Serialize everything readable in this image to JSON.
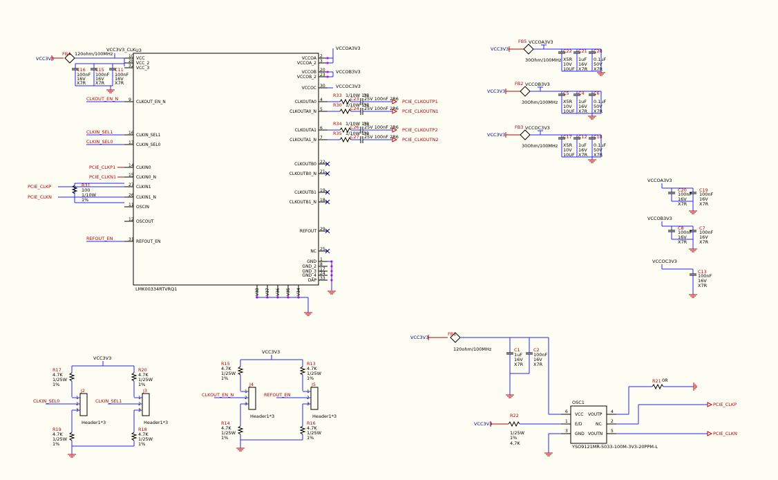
{
  "u3": {
    "ref": "U3",
    "part": "LMK00334RTVRQ1",
    "left_pins": [
      {
        "num": "10",
        "name": "VCC"
      },
      {
        "num": "28",
        "name": "VCC_2"
      },
      {
        "num": "32",
        "name": "VCC_3"
      },
      {
        "num": "9",
        "name": "CLKOUT_EN_N"
      },
      {
        "num": "16",
        "name": "CLKIN_SEL1"
      },
      {
        "num": "13",
        "name": "CLKIN_SEL0"
      },
      {
        "num": "14",
        "name": "CLKIN0"
      },
      {
        "num": "15",
        "name": "CLKIN0_N"
      },
      {
        "num": "27",
        "name": "CLKIN1"
      },
      {
        "num": "26",
        "name": "CLKIN1_N"
      },
      {
        "num": "11",
        "name": "OSCIN"
      },
      {
        "num": "12",
        "name": "OSCOUT"
      },
      {
        "num": "31",
        "name": "REFOUT_EN"
      }
    ],
    "right_pins": [
      {
        "num": "2",
        "name": "VCCOA"
      },
      {
        "num": "3",
        "name": "VCCOA_2"
      },
      {
        "num": "20",
        "name": "VCCOB"
      },
      {
        "num": "23",
        "name": "VCCOB_2"
      },
      {
        "num": "30",
        "name": "VCCOC"
      },
      {
        "num": "4",
        "name": "CLKOUTA0"
      },
      {
        "num": "5",
        "name": "CLKOUTA0_N"
      },
      {
        "num": "6",
        "name": "CLKOUTA1"
      },
      {
        "num": "7",
        "name": "CLKOUTA1_N"
      },
      {
        "num": "22",
        "name": "CLKOUTB0"
      },
      {
        "num": "21",
        "name": "CLKOUTB0_N"
      },
      {
        "num": "19",
        "name": "CLKOUTB1"
      },
      {
        "num": "18",
        "name": "CLKOUTB1_N"
      },
      {
        "num": "29",
        "name": "REFOUT"
      },
      {
        "num": "25",
        "name": "NC"
      },
      {
        "num": "1",
        "name": "GND"
      },
      {
        "num": "8",
        "name": "GND_2"
      },
      {
        "num": "17",
        "name": "GND_3"
      },
      {
        "num": "24",
        "name": "GND_4"
      },
      {
        "num": "33",
        "name": "DAP"
      }
    ],
    "bottom_pins": [
      "V38",
      "V37",
      "V36",
      "V35",
      "V34"
    ]
  },
  "nets": {
    "vcc3v3": "VCC3V3",
    "vcc3v3_clk": "VCC3V3_CLK",
    "vccoa": "VCCOA3V3",
    "vccob": "VCCOB3V3",
    "vccoc": "VCCOC3V3",
    "clkout_en": "CLKOUT_EN_N",
    "clkin_sel1": "CLKIN_SEL1",
    "clkin_sel0": "CLKIN_SEL0",
    "pcie_clkp1": "PCIE_CLKP1",
    "pcie_clkn1": "PCIE_CLKN1",
    "pcie_clkp": "PCIE_CLKP",
    "pcie_clkn": "PCIE_CLKN",
    "refout_en": "REFOUT_EN",
    "clkoutp1": "PCIE_CLKOUTP1",
    "clkoutn1": "PCIE_CLKOUTN1",
    "clkoutp2": "PCIE_CLKOUTP2",
    "clkoutn2": "PCIE_CLKOUTN2"
  },
  "fb4": {
    "ref": "FB4",
    "value": "120ohm/100MHz"
  },
  "c16": {
    "ref": "C16",
    "v1": "100nF",
    "v2": "16V",
    "v3": "X7R"
  },
  "c15": {
    "ref": "C15",
    "v1": "100nF",
    "v2": "16V",
    "v3": "X7R"
  },
  "c11": {
    "ref": "C11",
    "v1": "100nF",
    "v2": "16V",
    "v3": "X7R"
  },
  "r31": {
    "ref": "R31",
    "v1": "100",
    "v2": "1/10W",
    "v3": "1%"
  },
  "r33": {
    "ref": "R33",
    "v": "1/10W 1%"
  },
  "r30": {
    "ref": "R30",
    "v": "1/10W 1%"
  },
  "r34": {
    "ref": "R34",
    "v": "1/10W 1%"
  },
  "r35": {
    "ref": "R35",
    "v": "1/10W 1%"
  },
  "num33": "33",
  "c23": {
    "ref": "C23",
    "v": "25V 100nF 2R6"
  },
  "c24": {
    "ref": "C24",
    "v": "25V 100nF 2R6"
  },
  "c26": {
    "ref": "C26",
    "v": "25V 100nF 2R6"
  },
  "c27": {
    "ref": "C27",
    "v": "25V 100nF 2R6"
  },
  "fb5": {
    "ref": "FB5",
    "value": "30Ohm/100MHz"
  },
  "fb2": {
    "ref": "FB2",
    "value": "30Ohm/100MHz"
  },
  "fb3": {
    "ref": "FB3",
    "value": "30Ohm/100MHz"
  },
  "c22": {
    "ref": "C22",
    "v1": "X5R",
    "v2": "10V",
    "v3": "10UF"
  },
  "c21": {
    "ref": "C21",
    "v1": "1uF",
    "v2": "16V",
    "v3": "X7R"
  },
  "c28": {
    "ref": "C28",
    "v1": "0.1uF",
    "v2": "50V",
    "v3": "X7R"
  },
  "c5": {
    "ref": "C5",
    "v1": "X5R",
    "v2": "10V",
    "v3": "10UF"
  },
  "c4": {
    "ref": "C4",
    "v1": "1uF",
    "v2": "16V",
    "v3": "X7R"
  },
  "c6": {
    "ref": "C6",
    "v1": "0.1uF",
    "v2": "50V",
    "v3": "X7R"
  },
  "c17": {
    "ref": "C17",
    "v1": "X5R",
    "v2": "10V",
    "v3": "10UF"
  },
  "c12": {
    "ref": "C12",
    "v1": "1uF",
    "v2": "16V",
    "v3": "X7R"
  },
  "c18": {
    "ref": "C18",
    "v1": "0.1uF",
    "v2": "50V",
    "v3": "X7R"
  },
  "c20": {
    "ref": "C20",
    "v1": "100nF",
    "v2": "16V",
    "v3": "X7R"
  },
  "c19": {
    "ref": "C19",
    "v1": "100nF",
    "v2": "16V",
    "v3": "X7R"
  },
  "c8": {
    "ref": "C8",
    "v1": "100nF",
    "v2": "16V",
    "v3": "X7R"
  },
  "c7": {
    "ref": "C7",
    "v1": "100nF",
    "v2": "16V",
    "v3": "X7R"
  },
  "c13": {
    "ref": "C13",
    "v1": "100nF",
    "v2": "16V",
    "v3": "X7R"
  },
  "fb1": {
    "ref": "FB1",
    "value": "120ohm/100MHz"
  },
  "c1": {
    "ref": "C1",
    "v1": "1uF",
    "v2": "16V",
    "v3": "X7R"
  },
  "c2": {
    "ref": "C2",
    "v1": "100nF",
    "v2": "16V",
    "v3": "X7R"
  },
  "osc1": {
    "ref": "OSC1",
    "part": "YSO9121MR-5033-100M-3V3-20PPM-L",
    "p_vcc": "VCC",
    "p_ed": "E/D",
    "p_gnd": "GND",
    "p_voutp": "VOUTP",
    "p_nc": "NC",
    "p_voutn": "VOUTN",
    "n6": "6",
    "n1": "1",
    "n3": "3",
    "n4": "4",
    "n2": "2",
    "n5": "5"
  },
  "r21": {
    "ref": "R21",
    "v": "0R"
  },
  "r22": {
    "ref": "R22",
    "v1": "1/25W",
    "v2": "1%",
    "v3": "4.7K"
  },
  "r17": {
    "ref": "R17",
    "v1": "4.7K",
    "v2": "1/25W",
    "v3": "1%"
  },
  "r19": {
    "ref": "R19",
    "v1": "4.7K",
    "v2": "1/25W",
    "v3": "1%"
  },
  "r20": {
    "ref": "R20",
    "v1": "4.7K",
    "v2": "1/25W",
    "v3": "1%"
  },
  "r18": {
    "ref": "R18",
    "v1": "4.7K",
    "v2": "1/25W",
    "v3": "1%"
  },
  "r15": {
    "ref": "R15",
    "v1": "4.7K",
    "v2": "1/25W",
    "v3": "1%"
  },
  "r14": {
    "ref": "R14",
    "v1": "4.7K",
    "v2": "1/25W",
    "v3": "1%"
  },
  "r13": {
    "ref": "R13",
    "v1": "4.7K",
    "v2": "1/25W",
    "v3": "1%"
  },
  "r16": {
    "ref": "R16",
    "v1": "4.7K",
    "v2": "1/25W",
    "v3": "1%"
  },
  "j2": {
    "ref": "J2",
    "type": "Header1*3"
  },
  "j3": {
    "ref": "J3",
    "type": "Header1*3"
  },
  "j4": {
    "ref": "J4",
    "type": "Header1*3"
  },
  "j5": {
    "ref": "J5",
    "type": "Header1*3"
  },
  "pin1": "1",
  "pin2": "2",
  "pin3": "3"
}
